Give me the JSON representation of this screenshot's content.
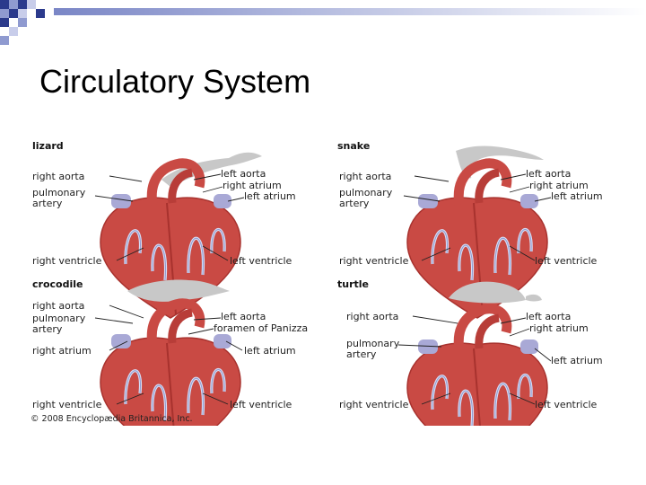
{
  "slide": {
    "title": "Circulatory System"
  },
  "figure": {
    "copyright": "© 2008 Encyclopædia Britannica, Inc.",
    "panels": [
      {
        "animal": "lizard",
        "labels": {
          "right_aorta": "right aorta",
          "pulmonary_artery": "pulmonary\nartery",
          "left_aorta": "left aorta",
          "right_atrium": "right atrium",
          "left_atrium": "left atrium",
          "right_ventricle": "right ventricle",
          "left_ventricle": "left ventricle"
        }
      },
      {
        "animal": "snake",
        "labels": {
          "right_aorta": "right aorta",
          "pulmonary_artery": "pulmonary\nartery",
          "left_aorta": "left aorta",
          "right_atrium": "right atrium",
          "left_atrium": "left atrium",
          "right_ventricle": "right ventricle",
          "left_ventricle": "left ventricle"
        }
      },
      {
        "animal": "crocodile",
        "labels": {
          "right_aorta": "right aorta",
          "pulmonary_artery": "pulmonary\nartery",
          "left_aorta": "left aorta",
          "foramen": "foramen of Panizza",
          "right_atrium": "right atrium",
          "left_atrium": "left atrium",
          "right_ventricle": "right ventricle",
          "left_ventricle": "left ventricle"
        }
      },
      {
        "animal": "turtle",
        "labels": {
          "right_aorta": "right aorta",
          "pulmonary_artery": "pulmonary\nartery",
          "left_aorta": "left aorta",
          "right_atrium": "right atrium",
          "left_atrium": "left atrium",
          "right_ventricle": "right ventricle",
          "left_ventricle": "left ventricle"
        }
      }
    ]
  },
  "colors": {
    "heart": "#c94a44",
    "heart_dark": "#a8322e",
    "vessel_pale": "#a9a9d6",
    "silhouette": "#c8c8c8",
    "corner_blue": "#2b3a8c"
  }
}
